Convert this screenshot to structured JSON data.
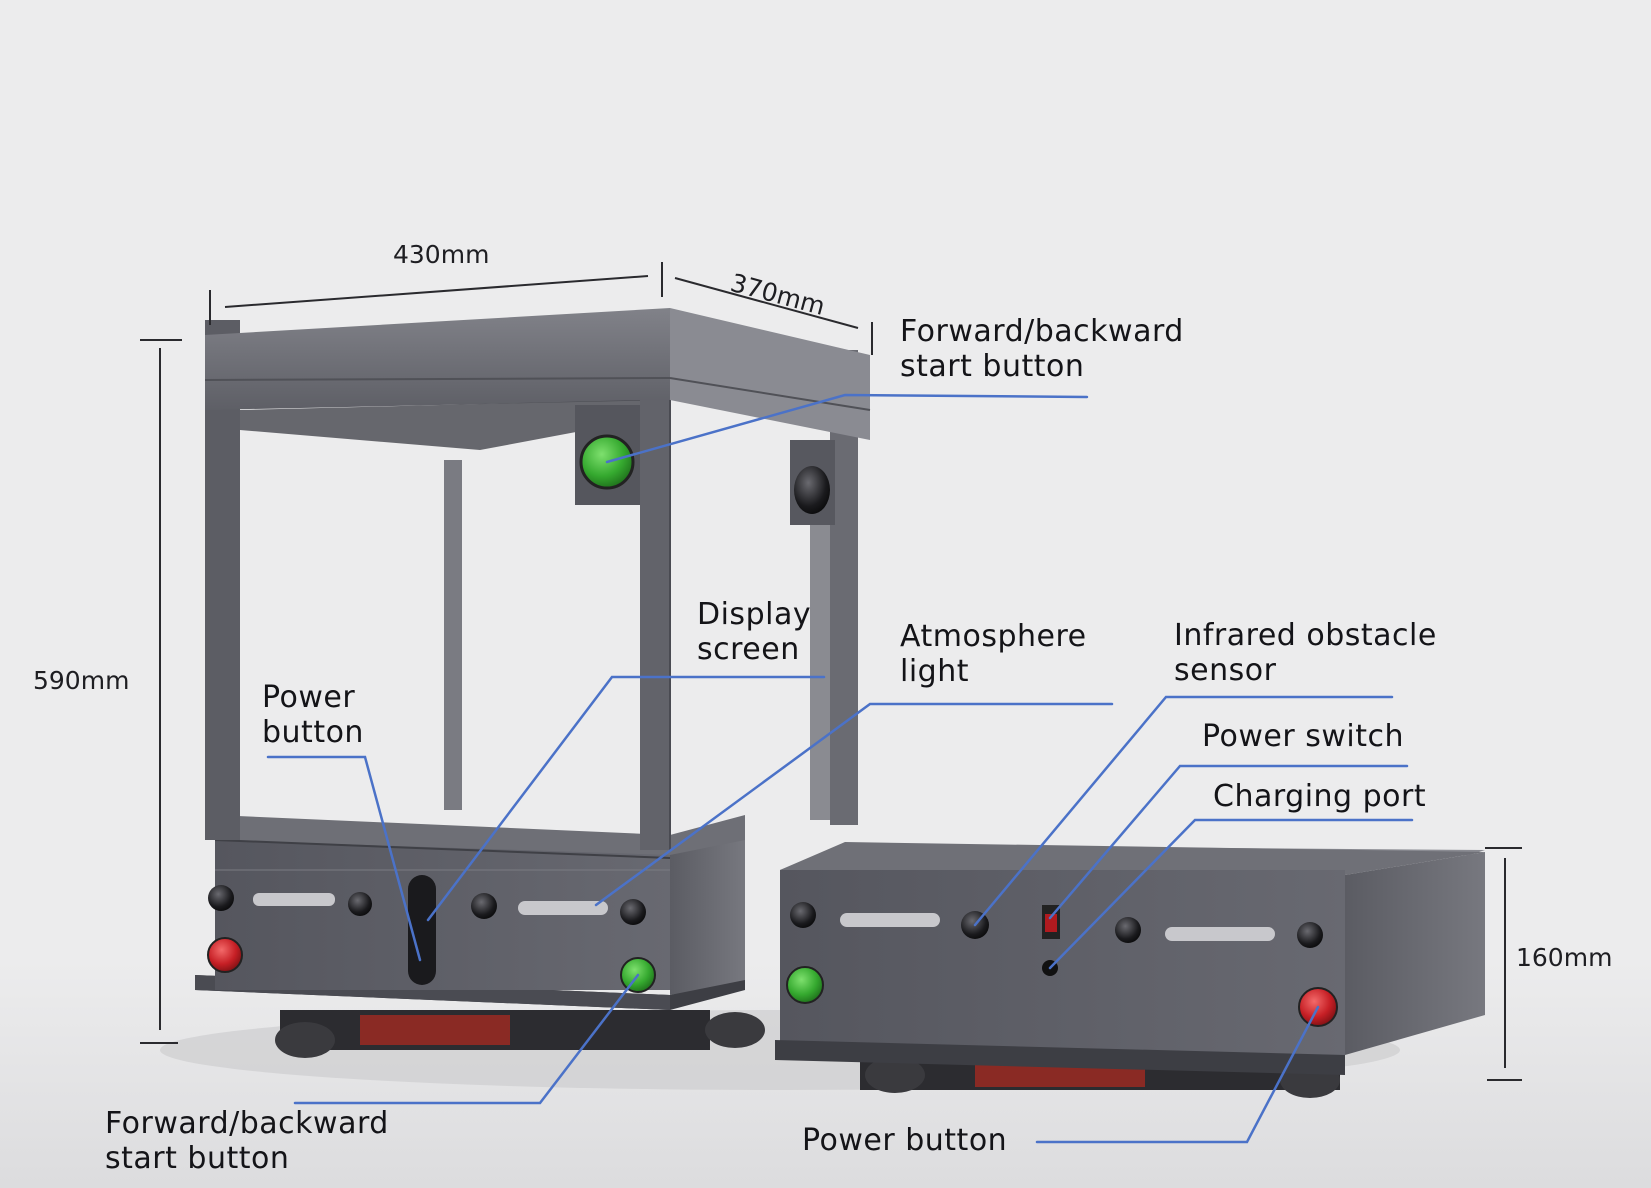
{
  "dimensions": {
    "width": "430mm",
    "depth": "370mm",
    "height": "590mm",
    "base_height": "160mm"
  },
  "callouts": {
    "forward_backward_top": [
      "Forward/backward",
      "start button"
    ],
    "display_screen": [
      "Display",
      "screen"
    ],
    "atmosphere_light": [
      "Atmosphere",
      "light"
    ],
    "infrared_sensor": [
      "Infrared obstacle",
      "sensor"
    ],
    "power_switch": "Power switch",
    "charging_port": "Charging port",
    "power_button_left": [
      "Power",
      "button"
    ],
    "forward_backward_bottom": [
      "Forward/backward",
      "start button"
    ],
    "power_button_right": "Power button"
  },
  "colors": {
    "leader_line": "#4b72c8",
    "body_dark": "#4a4b52",
    "body_mid": "#5d5e66",
    "green_button": "#3fb63a",
    "red_button": "#c8232a"
  }
}
